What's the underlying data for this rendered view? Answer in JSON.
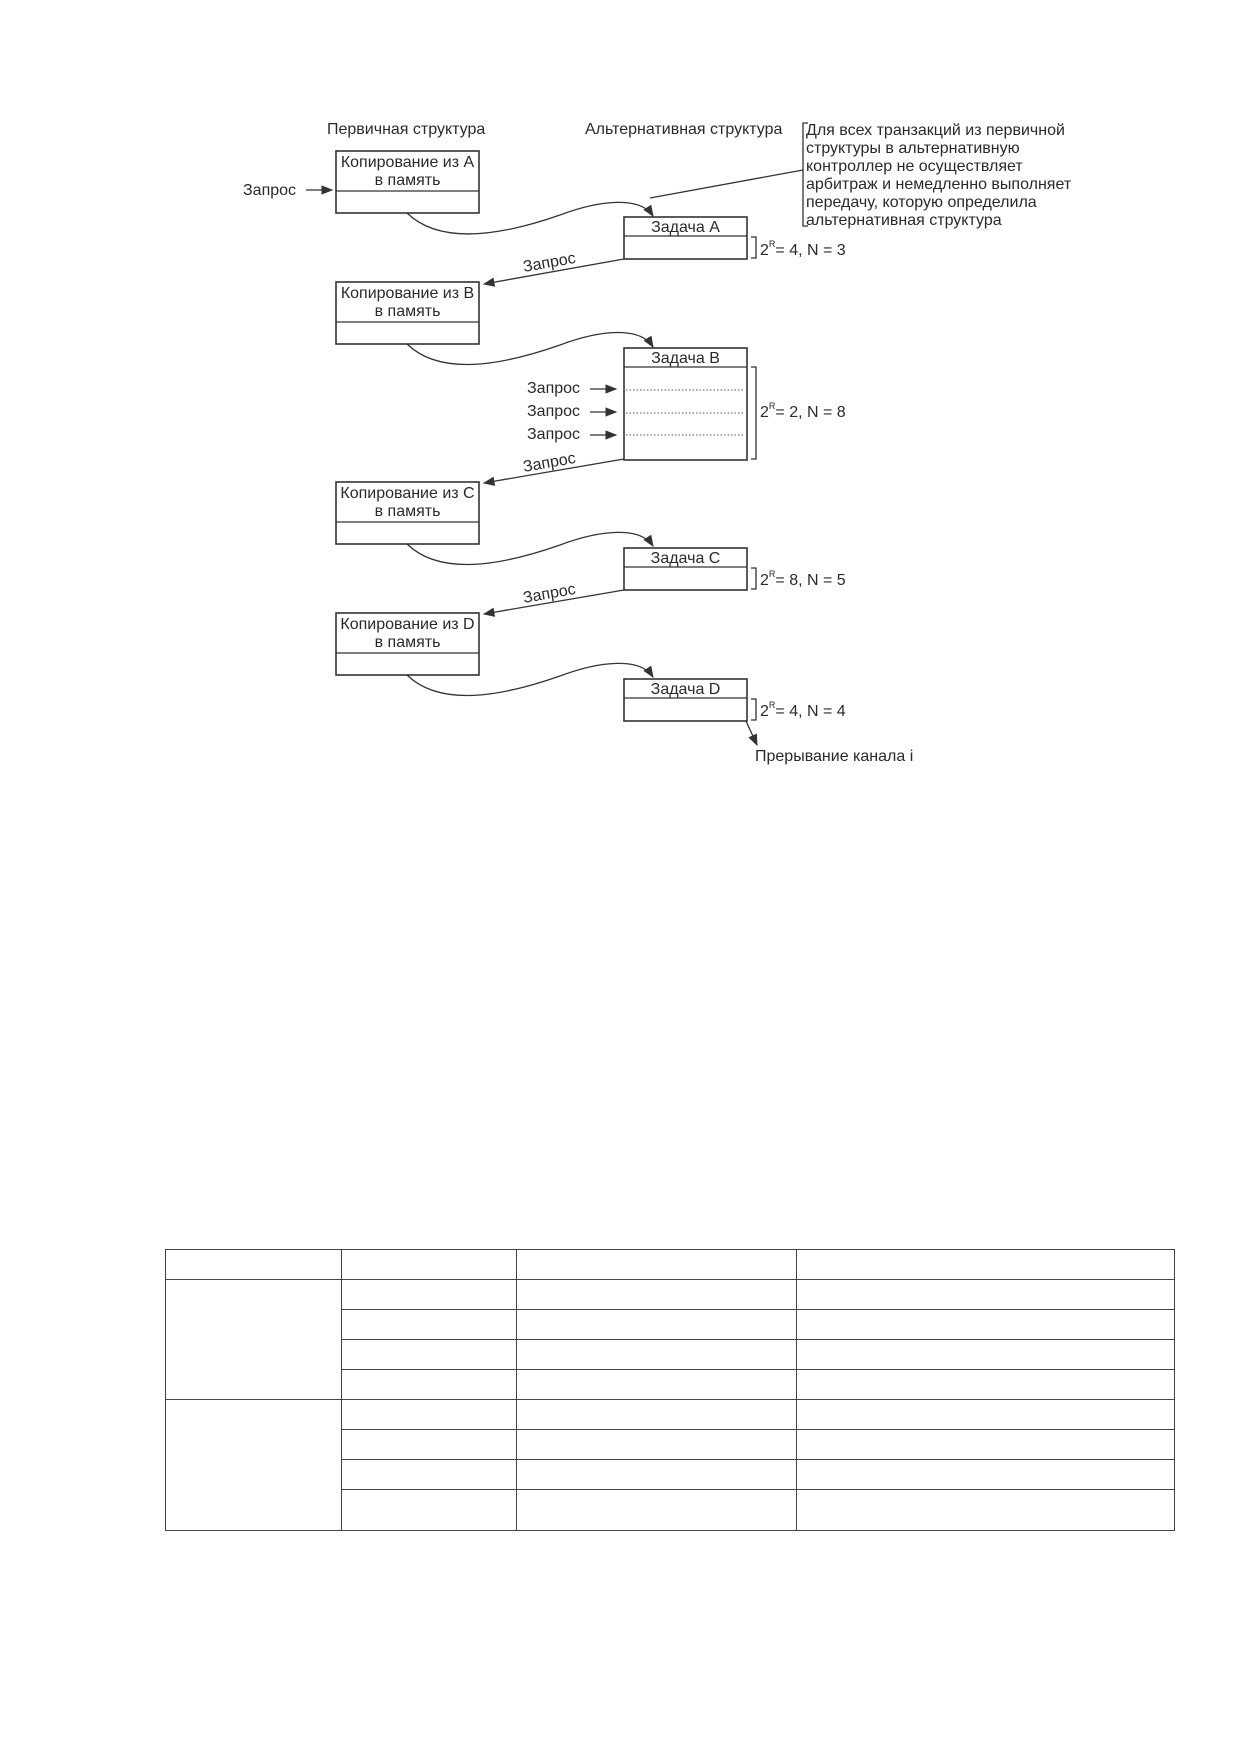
{
  "diagram": {
    "primary_header": "Первичная структура",
    "alternate_header": "Альтернативная структура",
    "note_lines": [
      "Для всех транзакций из первичной",
      "структуры в альтернативную",
      "контроллер не осуществляет",
      "арбитраж и немедленно выполняет",
      "передачу, которую определила",
      "альтернативная структура"
    ],
    "primary_tasks": [
      {
        "line1": "Копирование из A",
        "line2": "в память"
      },
      {
        "line1": "Копирование из B",
        "line2": "в память"
      },
      {
        "line1": "Копирование из C",
        "line2": "в память"
      },
      {
        "line1": "Копирование из D",
        "line2": "в память"
      }
    ],
    "alternate_tasks": [
      {
        "label": "Задача A",
        "param_base": "2",
        "param_sup": "R",
        "param_rest": "= 4, N = 3"
      },
      {
        "label": "Задача B",
        "param_base": "2",
        "param_sup": "R",
        "param_rest": "= 2, N = 8"
      },
      {
        "label": "Задача C",
        "param_base": "2",
        "param_sup": "R",
        "param_rest": "= 8, N = 5"
      },
      {
        "label": "Задача D",
        "param_base": "2",
        "param_sup": "R",
        "param_rest": "= 4, N = 4"
      }
    ],
    "request_label": "Запрос",
    "interrupt_label": "Прерывание канала i"
  }
}
